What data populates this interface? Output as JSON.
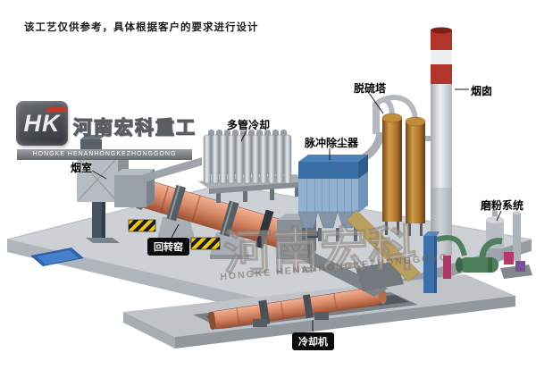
{
  "page": {
    "disclaimer": "该工艺仅供参考，具体根据客户的要求进行设计"
  },
  "logo": {
    "monogram": "HK",
    "company_cn": "河南宏科重工",
    "company_en": "HONGKE HENANHONGKEZHONGGONG"
  },
  "watermark": {
    "text_cn": "河南宏科",
    "text_en": "HONGKE HENANHONGKEZHONGGONG"
  },
  "labels": {
    "smoke_chamber": "烟室",
    "rotary_kiln": "回转窑",
    "multi_tube_cooler": "多管冷却",
    "pulse_dust_collector": "脉冲除尘器",
    "desulfurization_tower": "脱硫塔",
    "chimney": "烟囱",
    "grinding_system": "磨粉系统",
    "cooling_machine": "冷却机"
  },
  "colors": {
    "rotary_kiln": "#d98b68",
    "cooling_machine": "#d98b68",
    "pulse_dust_collector": "#92b1d0",
    "desulfurization_tower": "#b5762a",
    "chimney_band_red": "#b2352b",
    "platform_gray": "#cdd1d6",
    "pool_blue": "#2f62ac",
    "label_pill_bg": "#0c0c0c",
    "label_pill_text": "#ffffff"
  }
}
